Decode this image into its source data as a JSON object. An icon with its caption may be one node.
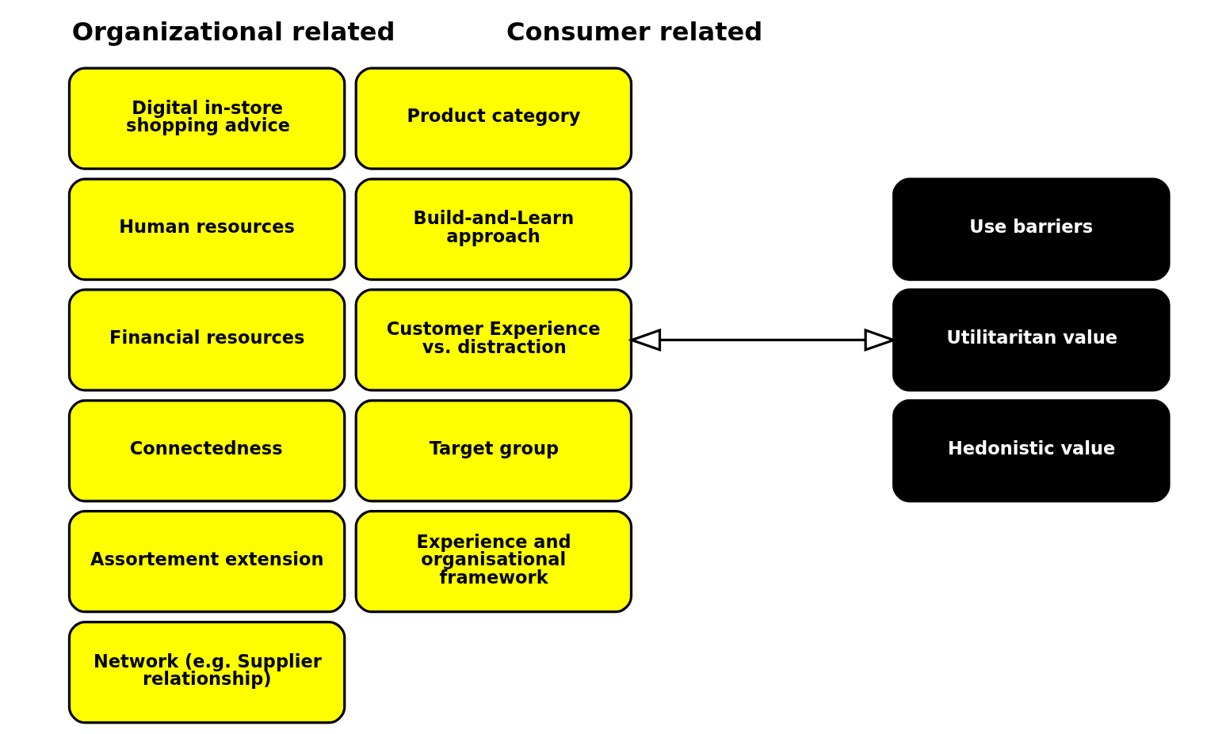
{
  "diagram": {
    "nodes": [
      {
        "text": [
          "Digital in-store shopping advice"
        ]
      },
      {
        "text": [
          "Product category"
        ]
      },
      {
        "text": [
          "Human resources"
        ]
      },
      {
        "text": [
          "Build-and-Learn approach"
        ]
      },
      {
        "text": [
          "Financial resources"
        ]
      },
      {
        "text": [
          "Customer Experience vs. distraction"
        ]
      },
      {
        "text": [
          "Connectedness"
        ]
      },
      {
        "text": [
          "Target group"
        ]
      },
      {
        "text": [
          "Assortement extension"
        ]
      },
      {
        "text": [
          "Experience and organisational framework"
        ]
      },
      {
        "text": [
          "Network (e.g. Supplier relationship)"
        ]
      },
      {
        "text": [
          "Use barriers"
        ]
      },
      {
        "text": [
          "Utilitaritan value"
        ]
      },
      {
        "text": [
          "Hedonistic value"
        ]
      }
    ],
    "edges": [
      {
        "from": 5,
        "to": 12,
        "arrow": "both"
      }
    ],
    "labels": [
      "Organizational related",
      "Consumer related"
    ]
  }
}
